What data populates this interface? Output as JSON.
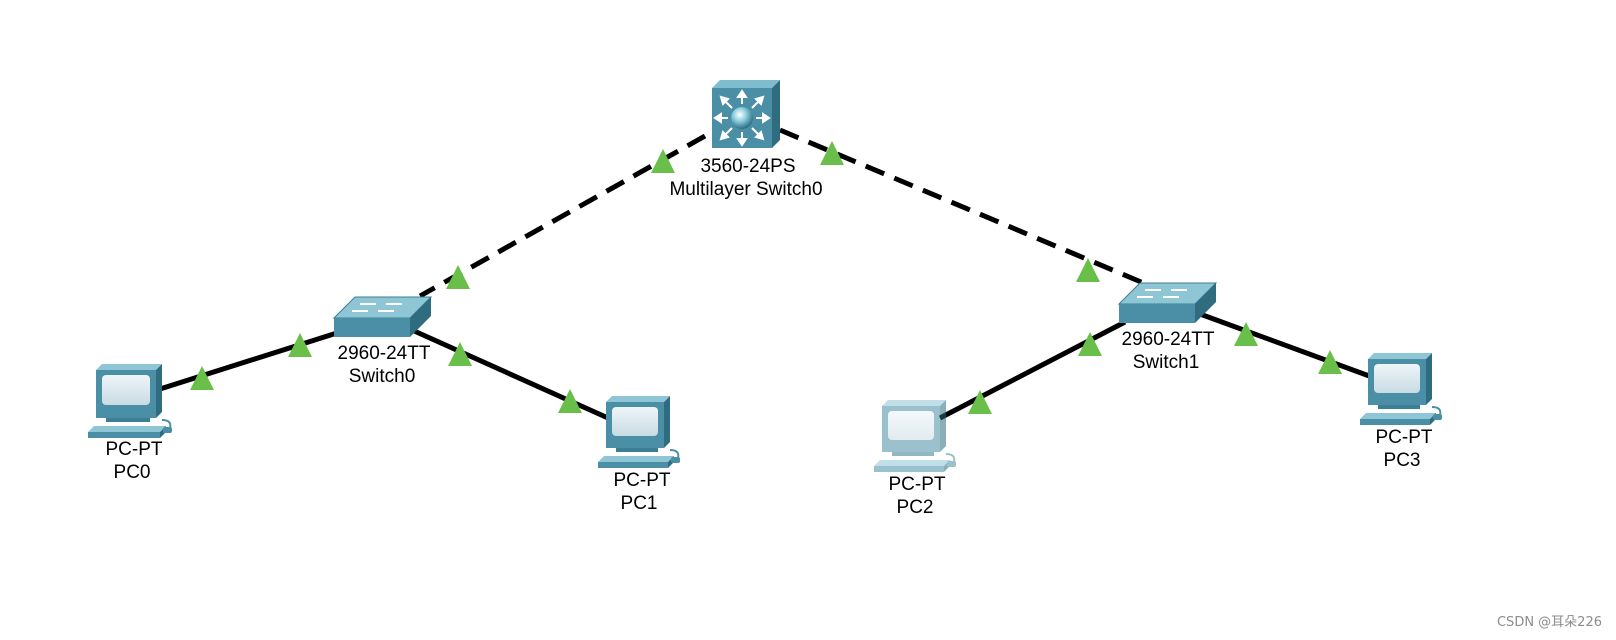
{
  "colors": {
    "background": "#ffffff",
    "link_line": "#000000",
    "link_up_indicator": "#6abf4b",
    "device_body": "#4a8fa5",
    "device_top": "#7fbccd",
    "device_side": "#2f6c80"
  },
  "devices": {
    "multilayer_switch0": {
      "model": "3560-24PS",
      "name": "Multilayer Switch0",
      "icon": "multilayer-switch-icon"
    },
    "switch0": {
      "model": "2960-24TT",
      "name": "Switch0",
      "icon": "switch-icon"
    },
    "switch1": {
      "model": "2960-24TT",
      "name": "Switch1",
      "icon": "switch-icon"
    },
    "pc0": {
      "model": "PC-PT",
      "name": "PC0",
      "icon": "pc-icon"
    },
    "pc1": {
      "model": "PC-PT",
      "name": "PC1",
      "icon": "pc-icon"
    },
    "pc2": {
      "model": "PC-PT",
      "name": "PC2",
      "icon": "pc-icon"
    },
    "pc3": {
      "model": "PC-PT",
      "name": "PC3",
      "icon": "pc-icon"
    }
  },
  "links": [
    {
      "from": "multilayer_switch0",
      "to": "switch0",
      "style": "crossover",
      "status": "up"
    },
    {
      "from": "multilayer_switch0",
      "to": "switch1",
      "style": "crossover",
      "status": "up"
    },
    {
      "from": "switch0",
      "to": "pc0",
      "style": "straight-through",
      "status": "up"
    },
    {
      "from": "switch0",
      "to": "pc1",
      "style": "straight-through",
      "status": "up"
    },
    {
      "from": "switch1",
      "to": "pc2",
      "style": "straight-through",
      "status": "up"
    },
    {
      "from": "switch1",
      "to": "pc3",
      "style": "straight-through",
      "status": "up"
    }
  ],
  "watermark": "CSDN @耳朵226"
}
